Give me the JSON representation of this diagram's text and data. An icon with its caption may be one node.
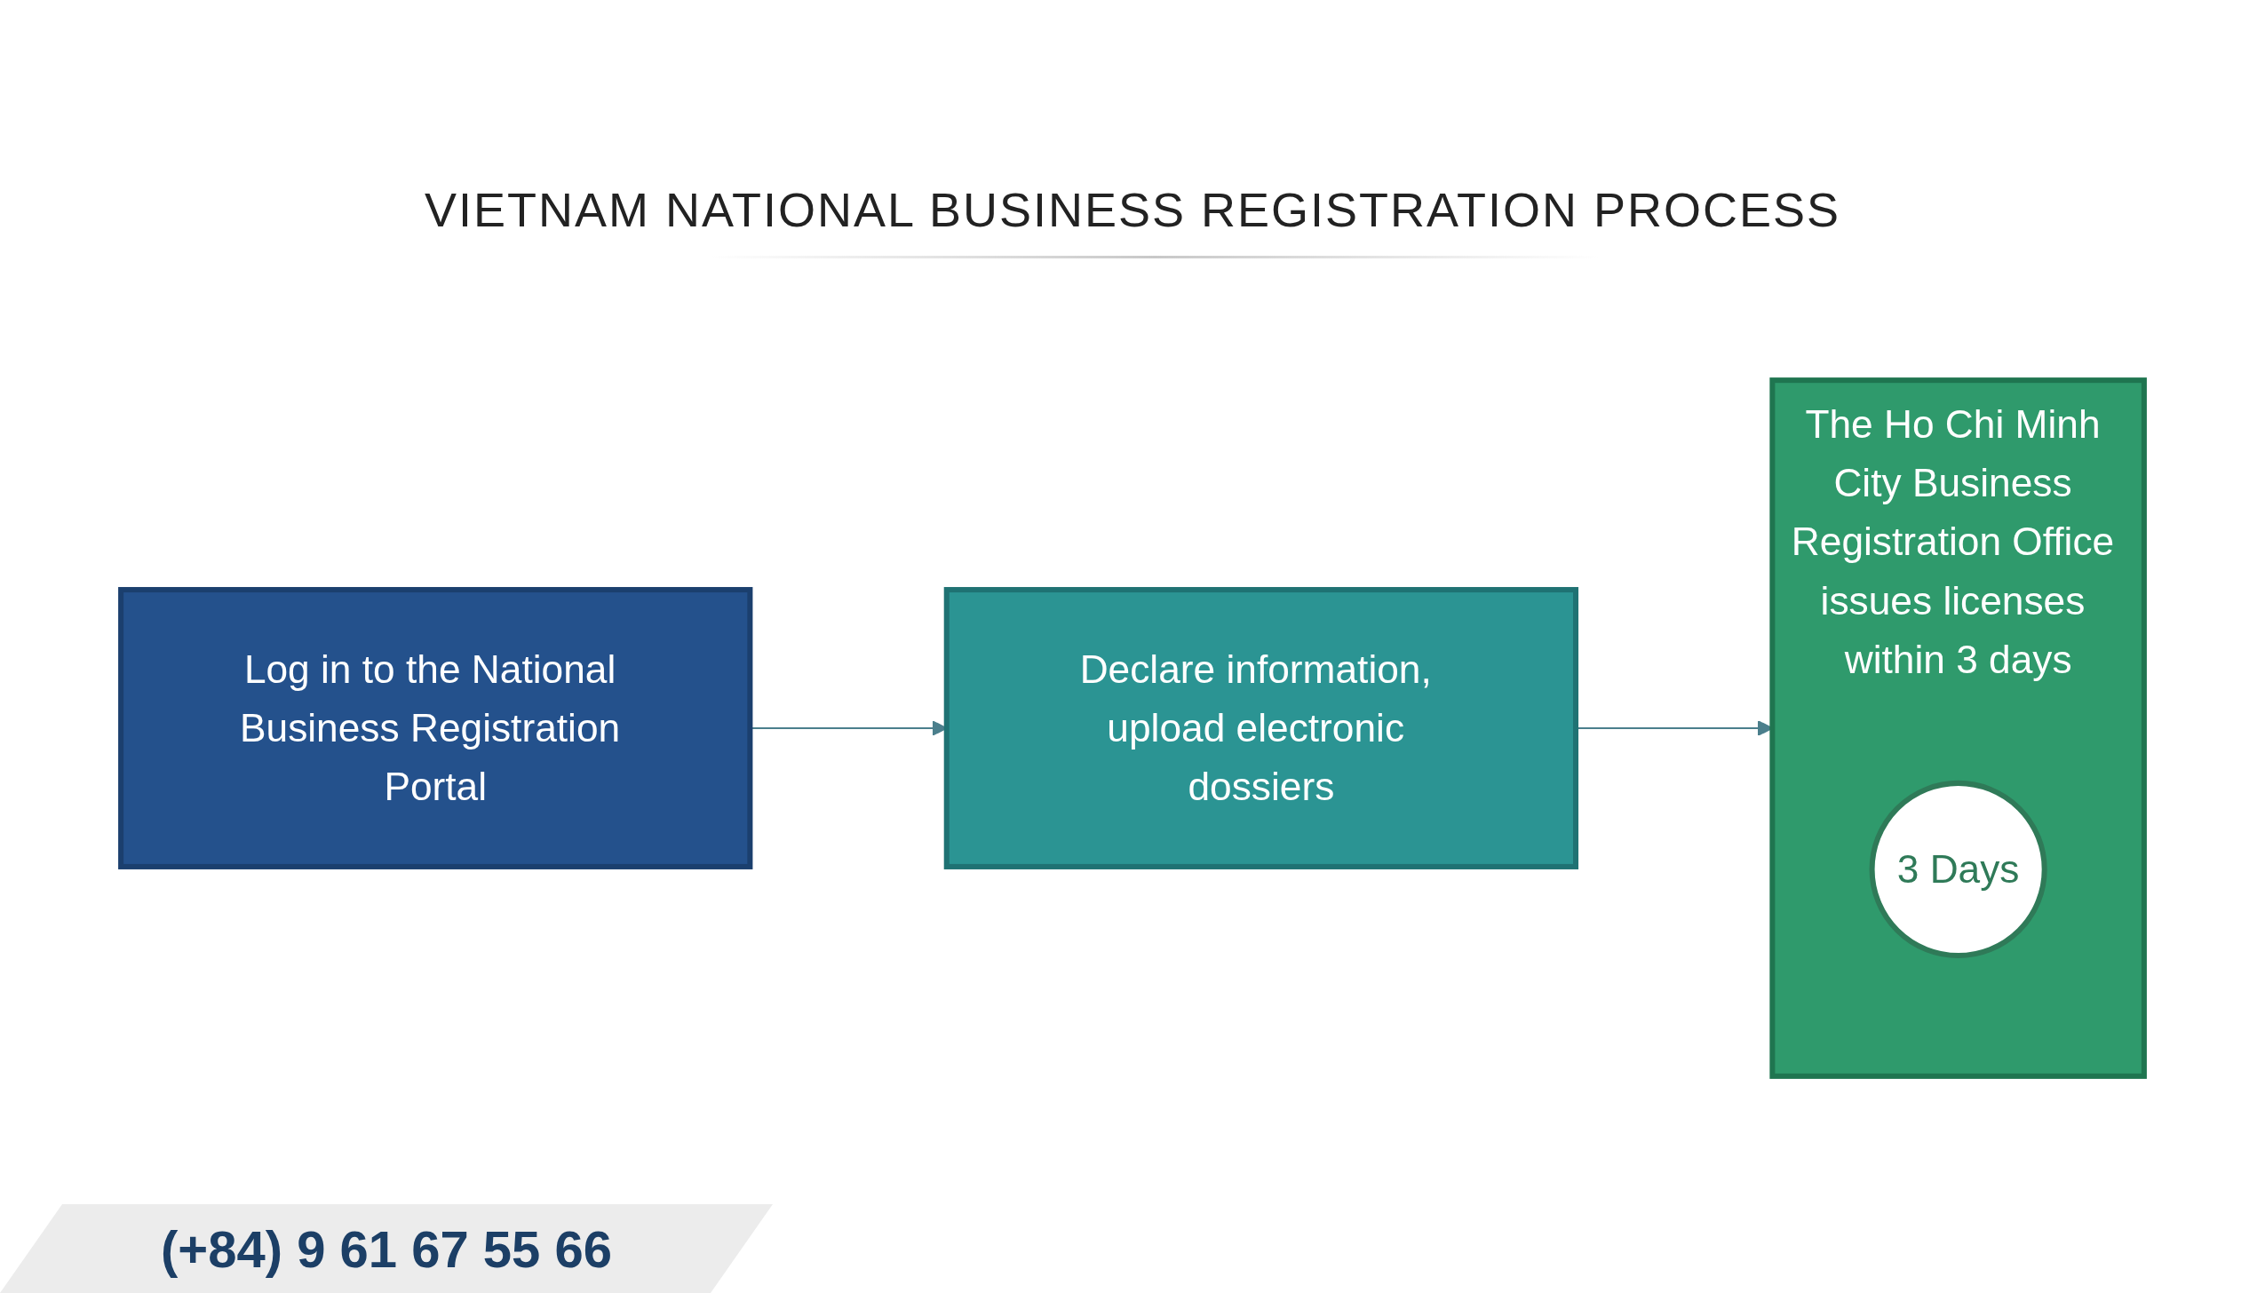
{
  "diagram": {
    "title": "VIETNAM NATIONAL BUSINESS REGISTRATION PROCESS",
    "nodes": [
      {
        "text": [
          "Log in to the National Business Registration Portal"
        ]
      },
      {
        "text": [
          "Declare information, upload electronic dossiers"
        ]
      },
      {
        "text": [
          "The Ho Chi Minh City Business Registration Office issues licenses within 3 days"
        ]
      },
      {
        "text": [
          "3 Days"
        ],
        "in": 2
      }
    ],
    "edges": [
      {
        "from": 0,
        "to": 1,
        "arrow": "to"
      },
      {
        "from": 1,
        "to": 2,
        "arrow": "to"
      }
    ],
    "labels": [
      "(+84) 9 61 67 55 66"
    ]
  }
}
